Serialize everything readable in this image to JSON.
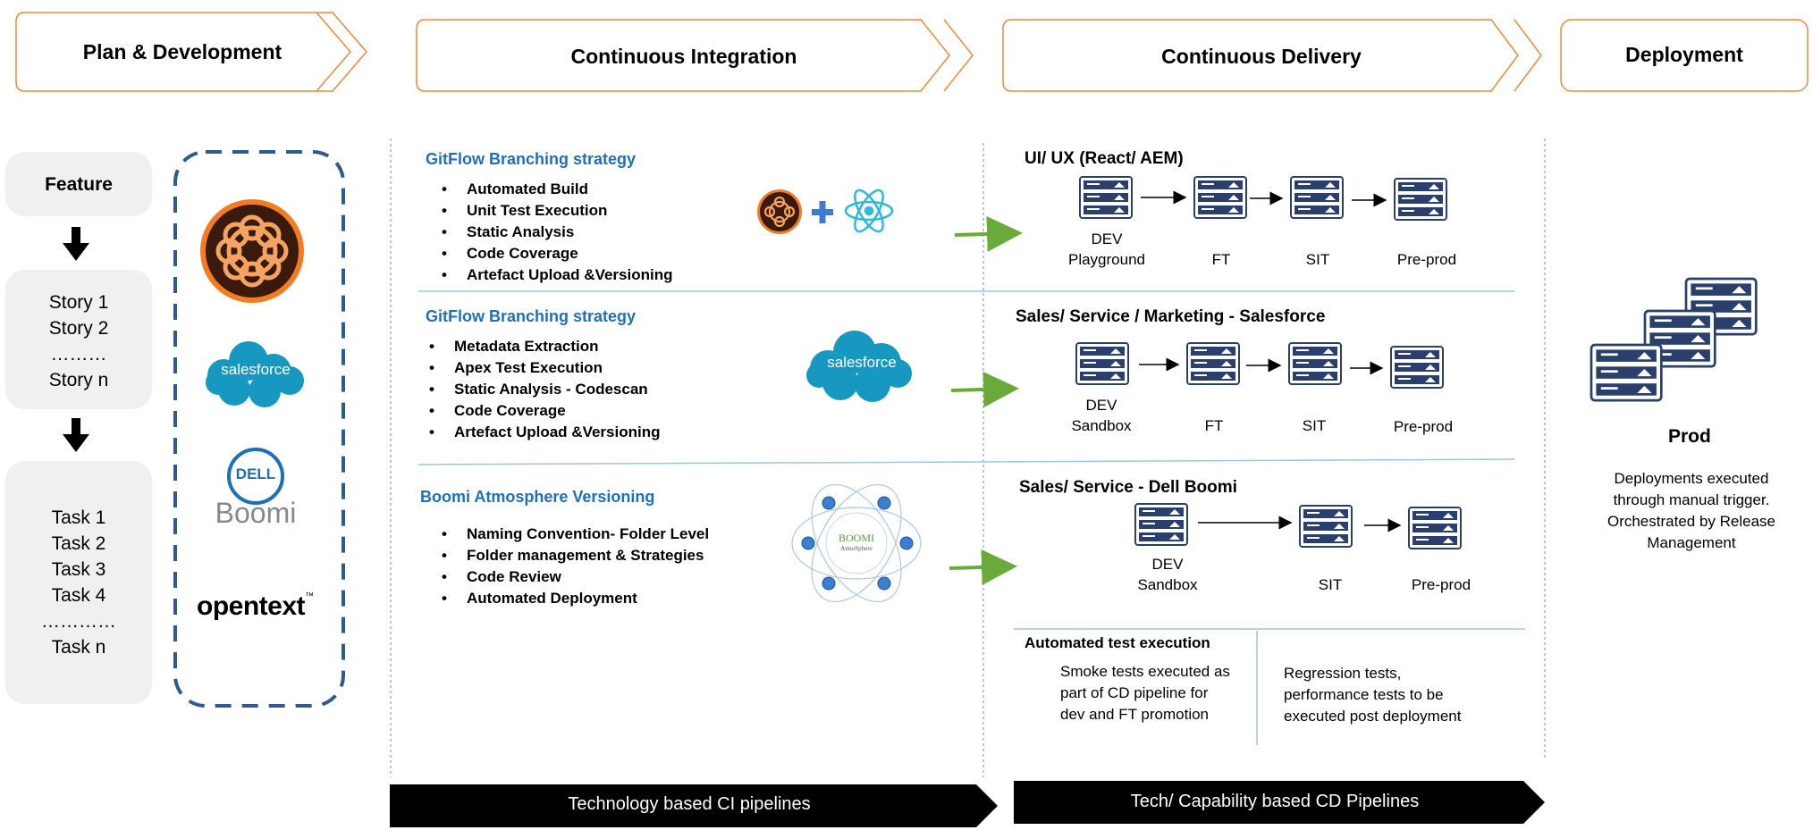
{
  "phases": [
    {
      "label": "Plan & Development"
    },
    {
      "label": "Continuous Integration"
    },
    {
      "label": "Continuous Delivery"
    },
    {
      "label": "Deployment"
    }
  ],
  "plan": {
    "feature": "Feature",
    "stories": [
      "Story 1",
      "Story 2",
      "………",
      "Story n"
    ],
    "tasks": [
      "Task 1",
      "Task 2",
      "Task 3",
      "Task 4",
      "…………",
      "Task n"
    ]
  },
  "tools": {
    "salesforce": "salesforce",
    "dell": "DELL",
    "boomi": "Boomi",
    "opentext": "opentext",
    "tm": "™",
    "boomi_atmosphere": "BOOMI",
    "boomi_atmosphere_sub": "AtmoSphere"
  },
  "ci": {
    "sections": [
      {
        "title": "GitFlow Branching strategy",
        "items": [
          "Automated Build",
          "Unit Test Execution",
          "Static Analysis",
          "Code Coverage",
          "Artefact Upload &Versioning"
        ]
      },
      {
        "title": "GitFlow Branching strategy",
        "items": [
          "Metadata Extraction",
          "Apex Test Execution",
          "Static Analysis - Codescan",
          "Code Coverage",
          "Artefact Upload &Versioning"
        ]
      },
      {
        "title": "Boomi Atmosphere Versioning",
        "items": [
          "Naming Convention- Folder Level",
          "Folder management & Strategies",
          "Code Review",
          "Automated Deployment"
        ]
      }
    ],
    "banner": "Technology based CI pipelines"
  },
  "cd": {
    "pipelines": [
      {
        "title": "UI/ UX (React/ AEM)",
        "envs": [
          {
            "line1": "DEV",
            "line2": "Playground"
          },
          {
            "line1": "FT",
            "line2": ""
          },
          {
            "line1": "SIT",
            "line2": ""
          },
          {
            "line1": "Pre-prod",
            "line2": ""
          }
        ]
      },
      {
        "title": "Sales/ Service / Marketing - Salesforce",
        "envs": [
          {
            "line1": "DEV",
            "line2": "Sandbox"
          },
          {
            "line1": "FT",
            "line2": ""
          },
          {
            "line1": "SIT",
            "line2": ""
          },
          {
            "line1": "Pre-prod",
            "line2": ""
          }
        ]
      },
      {
        "title": "Sales/ Service - Dell Boomi",
        "envs": [
          {
            "line1": "DEV",
            "line2": "Sandbox"
          },
          {
            "line1": "SIT",
            "line2": ""
          },
          {
            "line1": "Pre-prod",
            "line2": ""
          }
        ]
      }
    ],
    "testing": {
      "title": "Automated test execution",
      "left": [
        "Smoke tests executed as",
        "part of CD pipeline for",
        "dev and FT promotion"
      ],
      "right": [
        "Regression tests,",
        "performance tests to be",
        "executed post deployment"
      ]
    },
    "banner": "Tech/ Capability based CD Pipelines"
  },
  "deployment": {
    "title": "Prod",
    "lines": [
      "Deployments executed",
      "through manual trigger.",
      "Orchestrated by Release",
      "Management"
    ]
  },
  "colors": {
    "phase_border": "#f08a3c",
    "strategy_blue": "#1f6fbf",
    "arrow_green": "#6aaa3a",
    "divider_blue": "#9dc3e6",
    "server_navy": "#2a3f6b",
    "grey_box": "#f0f0f0",
    "dashed_blue": "#2e5b8a"
  }
}
